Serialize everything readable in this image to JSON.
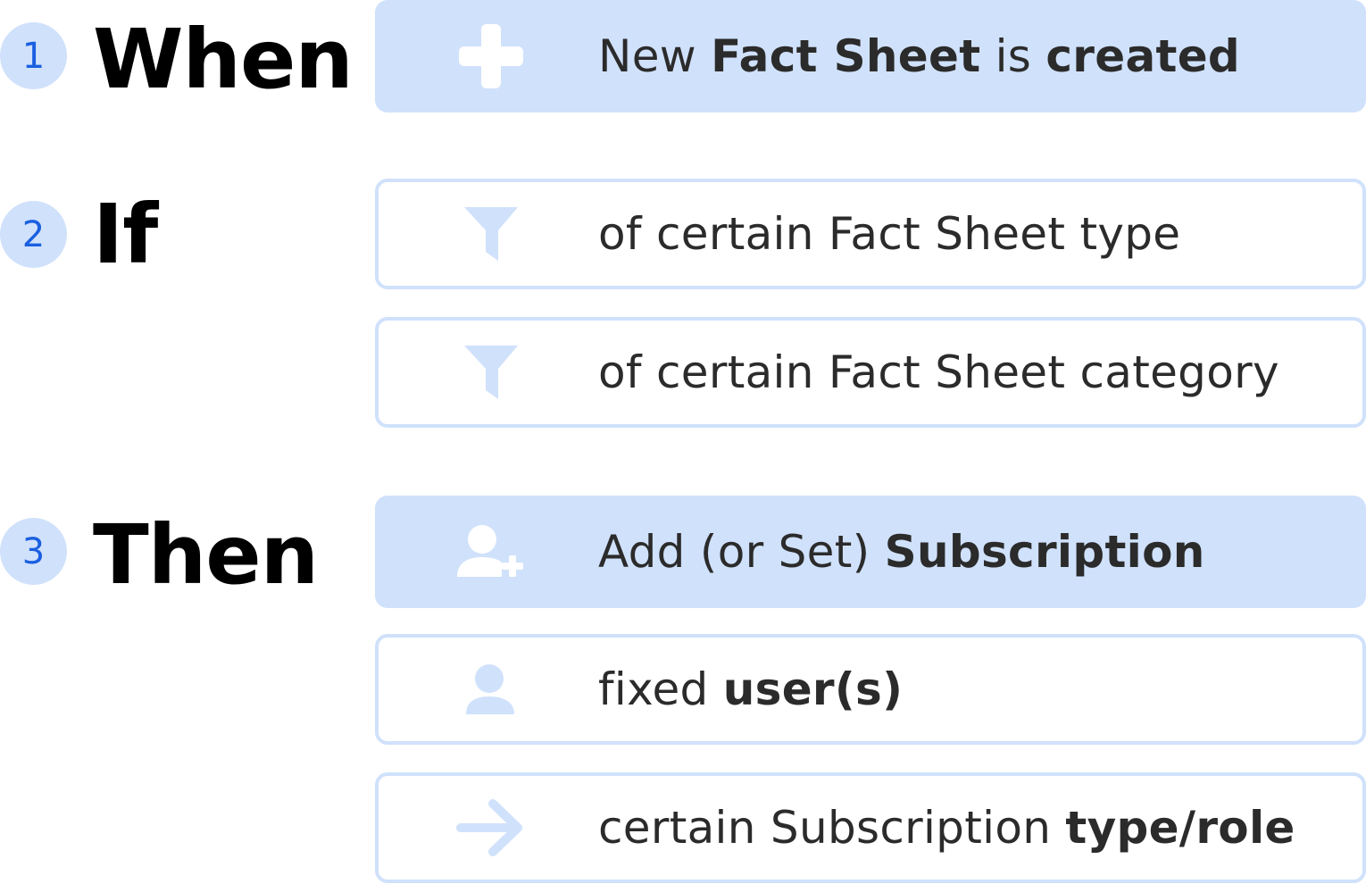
{
  "steps": [
    {
      "number": "1",
      "word": "When"
    },
    {
      "number": "2",
      "word": "If"
    },
    {
      "number": "3",
      "word": "Then"
    }
  ],
  "cards": {
    "when_created": {
      "icon": "plus-icon",
      "parts": [
        "New ",
        "Fact Sheet",
        " is ",
        "created"
      ]
    },
    "if_type": {
      "icon": "filter-icon",
      "text": "of certain Fact Sheet type"
    },
    "if_category": {
      "icon": "filter-icon",
      "text": "of certain Fact Sheet category"
    },
    "then_add": {
      "icon": "add-user-icon",
      "parts": [
        "Add (or Set) ",
        "Subscription"
      ]
    },
    "then_fixed_users": {
      "icon": "user-icon",
      "parts": [
        "fixed ",
        "user(s)"
      ]
    },
    "then_type_role": {
      "icon": "arrow-right-icon",
      "parts": [
        "certain Subscription ",
        "type/role"
      ]
    }
  },
  "colors": {
    "accent_fill": "#d0e1fb",
    "step_number": "#1a5fe0",
    "icon_fill": "#ffffff",
    "icon_light": "#d0e1fb",
    "text": "#2b2b2b",
    "heading": "#000000"
  }
}
